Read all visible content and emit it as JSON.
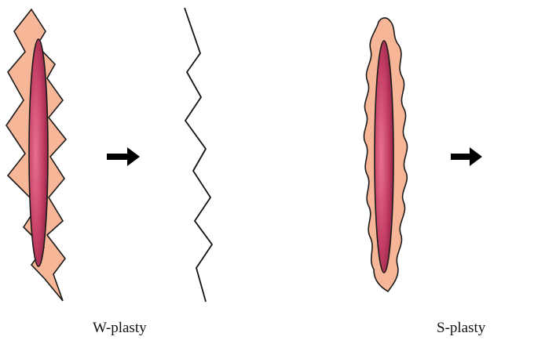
{
  "panels": [
    {
      "id": "w-plasty",
      "caption": "W-plasty"
    },
    {
      "id": "s-plasty",
      "caption": "S-plasty"
    }
  ],
  "colors": {
    "excision_fill": "#f6b697",
    "excision_stroke": "#1a1a1a",
    "lesion_light": "#d9587a",
    "lesion_dark": "#8c1f44",
    "arrow": "#000000",
    "line": "#111111"
  }
}
